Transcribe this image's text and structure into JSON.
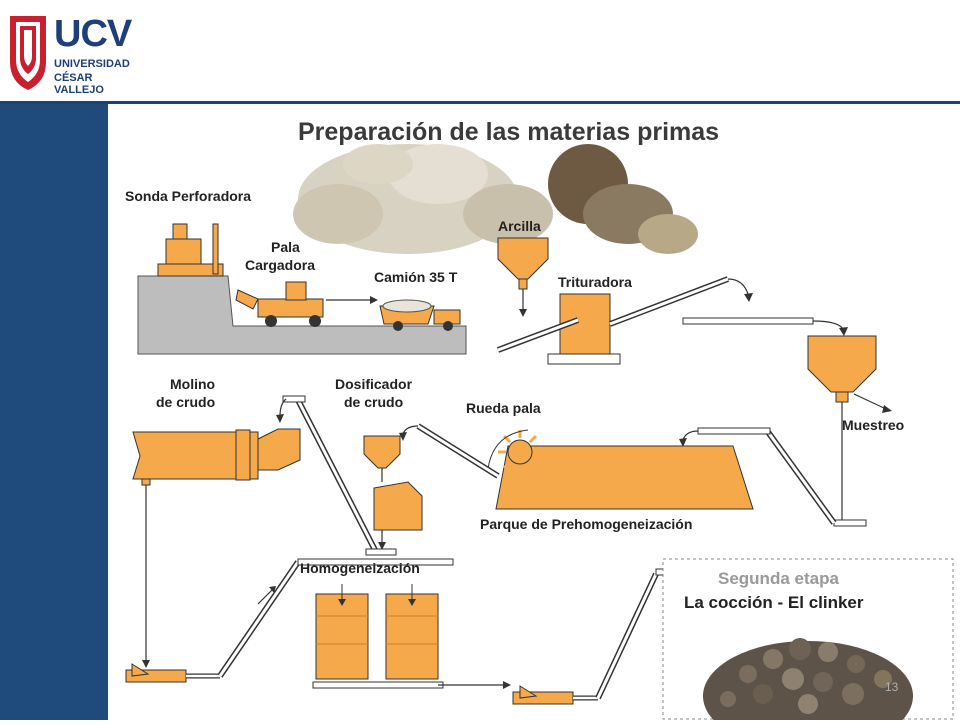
{
  "header": {
    "logo_text": "UCV",
    "logo_line1": "UNIVERSIDAD",
    "logo_line2": "CÉSAR VALLEJO"
  },
  "diagram": {
    "title": "Preparación de las materias primas",
    "labels": {
      "sonda": "Sonda Perforadora",
      "pala1": "Pala",
      "pala2": "Cargadora",
      "camion": "Camión 35 T",
      "arcilla": "Arcilla",
      "trituradora": "Trituradora",
      "molino1": "Molino",
      "molino2": "de crudo",
      "dosificador1": "Dosificador",
      "dosificador2": "de crudo",
      "rueda": "Rueda pala",
      "muestreo": "Muestreo",
      "parque": "Parque de Prehomogeneización",
      "homogeneizacion": "Homogeneización",
      "segunda": "Segunda etapa",
      "coccion": "La cocción - El clinker"
    }
  },
  "page_number": "13",
  "colors": {
    "orange": "#f5a94a",
    "navy": "#1f3f78",
    "sidebar": "#1f4a7c",
    "logo_red": "#c8202f"
  }
}
